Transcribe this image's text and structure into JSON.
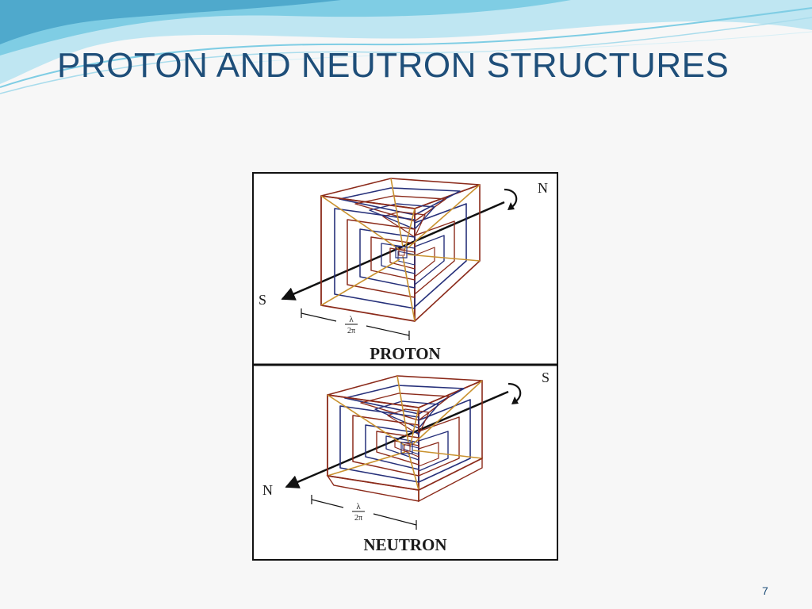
{
  "slide": {
    "title": "PROTON  AND NEUTRON STRUCTURES",
    "page_number": "7"
  },
  "figure": {
    "proton": {
      "caption": "PROTON",
      "top_pole": "N",
      "bottom_pole": "S",
      "lambda": "λ",
      "two_pi": "2π"
    },
    "neutron": {
      "caption": "NEUTRON",
      "top_pole": "S",
      "bottom_pole": "N",
      "lambda": "λ",
      "two_pi": "2π"
    }
  },
  "colors": {
    "title": "#1e4e79",
    "outer_frame": "#8b2a1a",
    "inner_frame": "#26307a",
    "diagonal": "#c9922f",
    "wave_light": "#bfe6f2",
    "wave_dark": "#5fb7d4"
  }
}
